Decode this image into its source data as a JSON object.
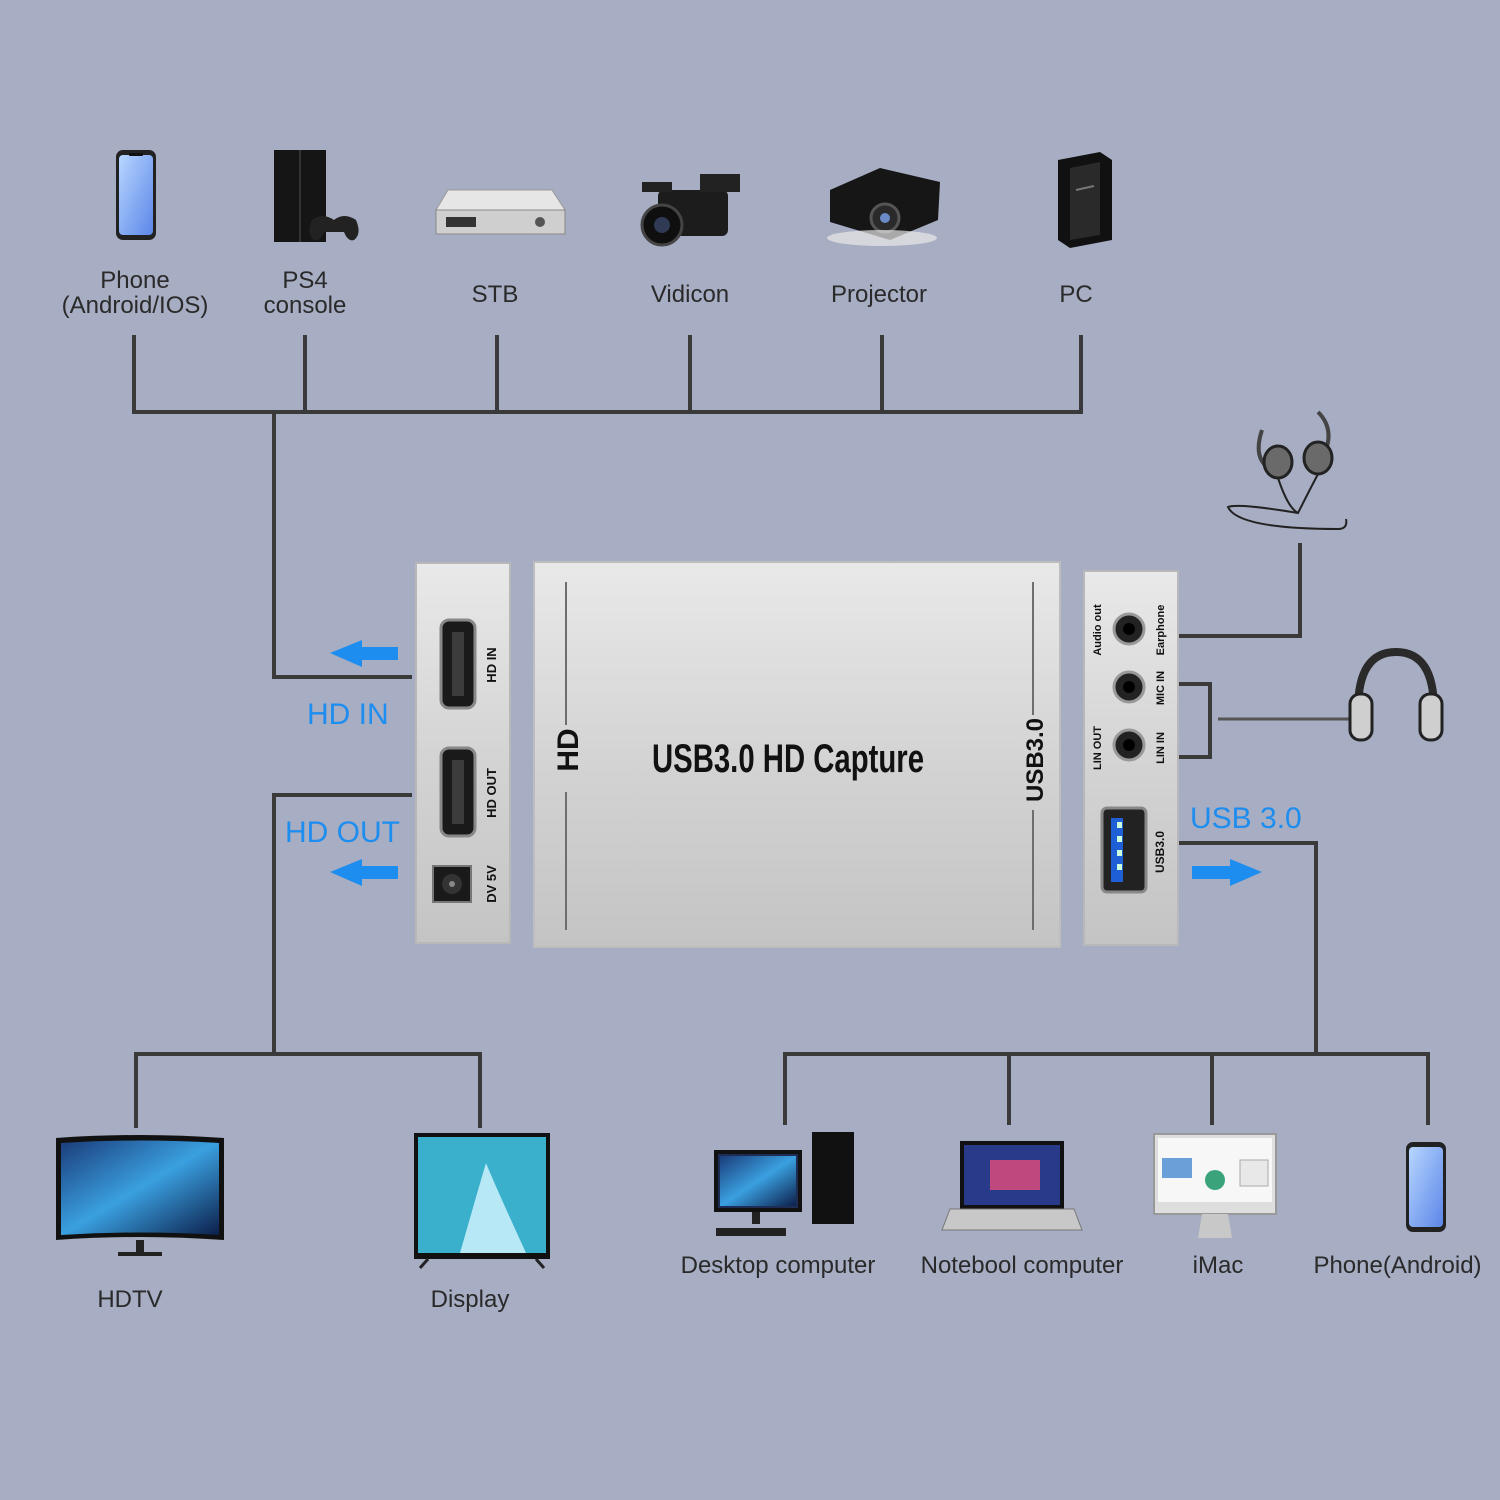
{
  "sources": [
    {
      "name": "Phone\n(Android/IOS)",
      "icon": "phone-icon"
    },
    {
      "name": "PS4\nconsole",
      "icon": "game-console-icon"
    },
    {
      "name": "STB",
      "icon": "set-top-box-icon"
    },
    {
      "name": "Vidicon",
      "icon": "camcorder-icon"
    },
    {
      "name": "Projector",
      "icon": "projector-icon"
    },
    {
      "name": "PC",
      "icon": "pc-tower-icon"
    }
  ],
  "hd_out_targets": [
    {
      "name": "HDTV",
      "icon": "curved-monitor-icon"
    },
    {
      "name": "Display",
      "icon": "tv-display-icon"
    }
  ],
  "usb_targets": [
    {
      "name": "Desktop computer",
      "icon": "desktop-computer-icon"
    },
    {
      "name": "Notebool computer",
      "icon": "laptop-icon"
    },
    {
      "name": "iMac",
      "icon": "imac-icon"
    },
    {
      "name": "Phone(Android)",
      "icon": "phone-icon"
    }
  ],
  "ports": {
    "hd_in_label": "HD IN",
    "hd_out_label": "HD OUT",
    "usb_label": "USB 3.0"
  },
  "device": {
    "title": "USB3.0 HD Capture",
    "side_left": "HD",
    "side_right": "USB3.0",
    "left_panel": {
      "hd_in": "HD IN",
      "hd_out": "HD OUT",
      "dc": "DV 5V"
    },
    "right_panel": {
      "audio_out": "Audio out",
      "earphone": "Earphone",
      "mic_in": "MIC IN",
      "lin_out": "LIN OUT",
      "lin_in": "LIN IN",
      "usb": "USB3.0"
    }
  },
  "audio_devices": [
    {
      "icon": "earphones-icon"
    },
    {
      "icon": "headphones-icon"
    }
  ],
  "colors": {
    "background": "#a7adc2",
    "line": "#3a3a3a",
    "arrow": "#1e8df0",
    "device": "#d6d6d6"
  }
}
